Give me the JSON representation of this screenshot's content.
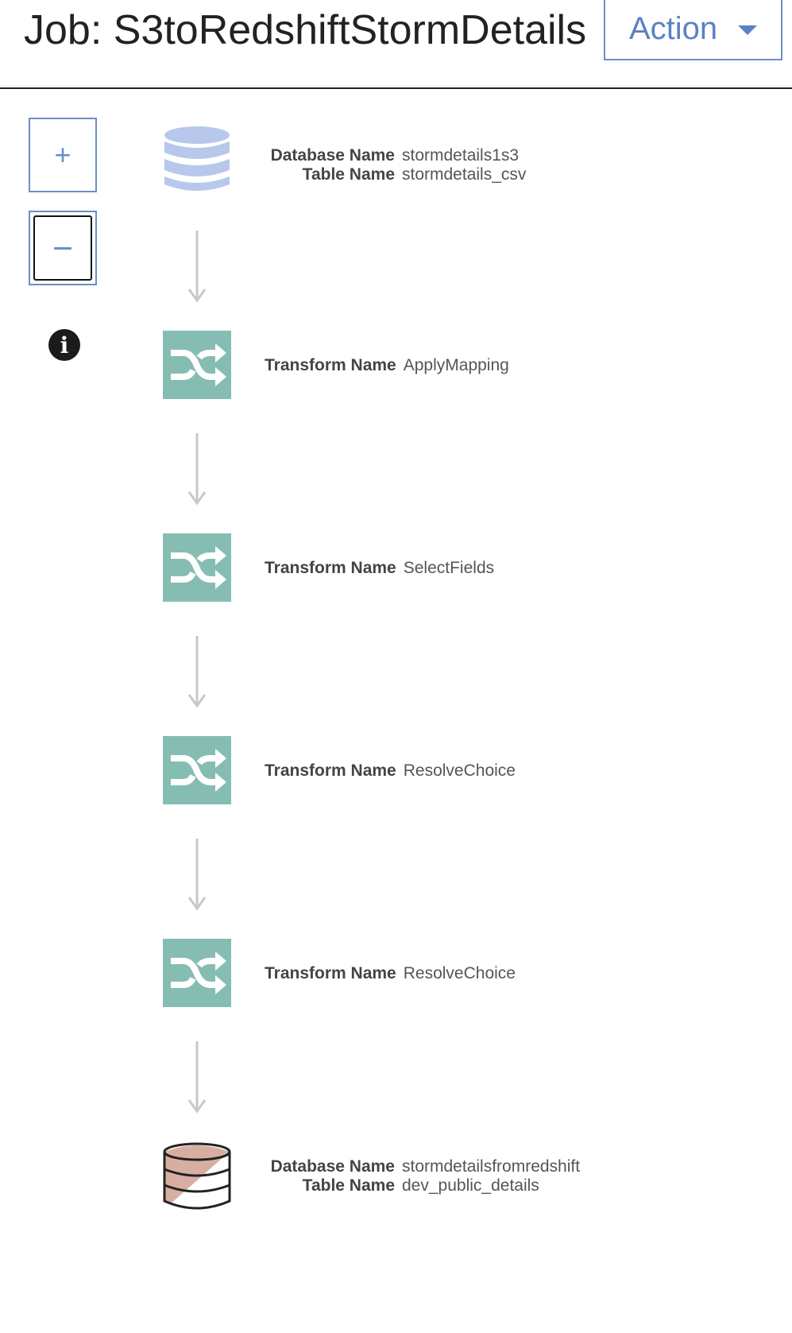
{
  "header": {
    "title": "Job: S3toRedshiftStormDetails",
    "action_label": "Action"
  },
  "controls": {
    "zoom_in_label": "+"
  },
  "nodes": [
    {
      "type": "source-database",
      "database_key": "Database Name",
      "database_value": "stormdetails1s3",
      "table_key": "Table Name",
      "table_value": "stormdetails_csv"
    },
    {
      "type": "transform",
      "key": "Transform Name",
      "value": "ApplyMapping"
    },
    {
      "type": "transform",
      "key": "Transform Name",
      "value": "SelectFields"
    },
    {
      "type": "transform",
      "key": "Transform Name",
      "value": "ResolveChoice"
    },
    {
      "type": "transform",
      "key": "Transform Name",
      "value": "ResolveChoice"
    },
    {
      "type": "target-database",
      "database_key": "Database Name",
      "database_value": "stormdetailsfromredshift",
      "table_key": "Table Name",
      "table_value": "dev_public_details"
    }
  ],
  "colors": {
    "accent_blue": "#6b8fc6",
    "source_db": "#b7c8ec",
    "transform_teal": "#86bdb2",
    "target_db_fill": "#d8aea3",
    "arrow_gray": "#c8c8c8"
  },
  "icons": {
    "source": "database-icon",
    "transform": "shuffle-icon",
    "target": "redshift-database-icon",
    "info": "info-icon"
  }
}
